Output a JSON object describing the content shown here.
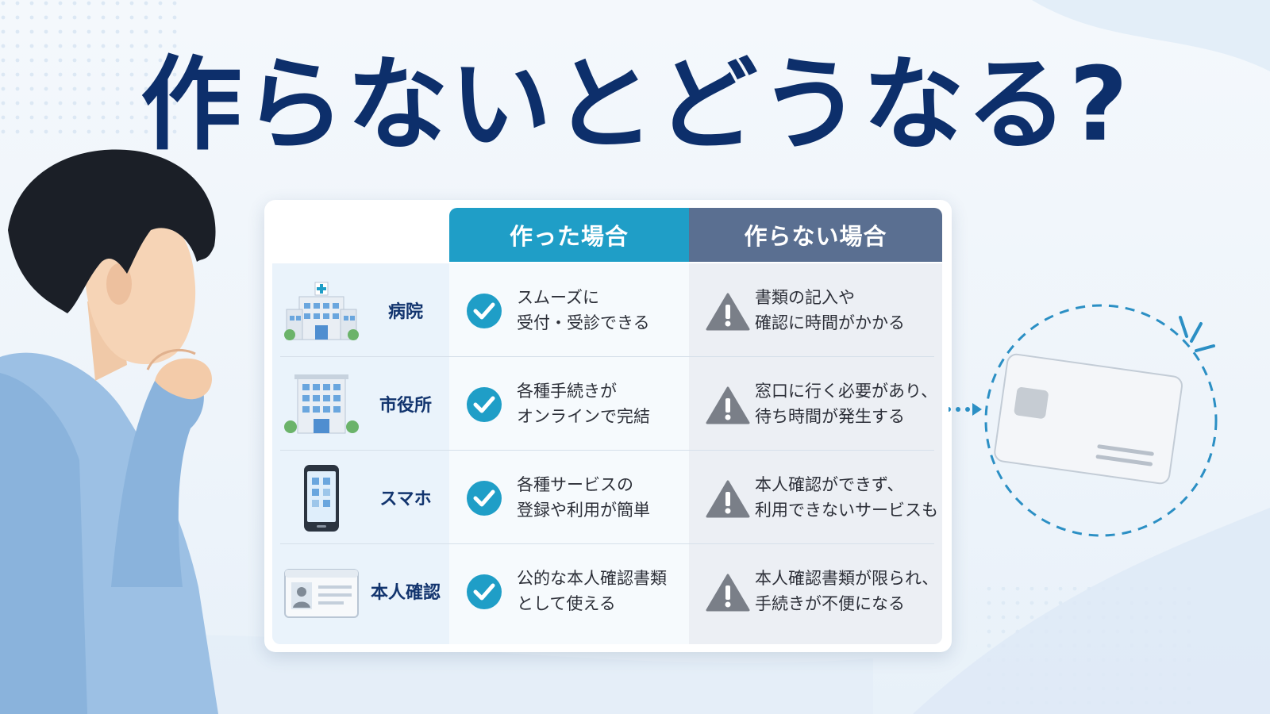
{
  "title": "作らないとどうなる?",
  "columns": {
    "with": "作った場合",
    "without": "作らない場合"
  },
  "rows": [
    {
      "category": "病院",
      "icon": "hospital-icon",
      "with": [
        "スムーズに",
        "受付・受診できる"
      ],
      "without": [
        "書類の記入や",
        "確認に時間がかかる"
      ]
    },
    {
      "category": "市役所",
      "icon": "city-hall-icon",
      "with": [
        "各種手続きが",
        "オンラインで完結"
      ],
      "without": [
        "窓口に行く必要があり、",
        "待ち時間が発生する"
      ]
    },
    {
      "category": "スマホ",
      "icon": "smartphone-icon",
      "with": [
        "各種サービスの",
        "登録や利用が簡単"
      ],
      "without": [
        "本人確認ができず、",
        "利用できないサービスも"
      ]
    },
    {
      "category": "本人確認",
      "icon": "id-card-icon",
      "with": [
        "公的な本人確認書類",
        "として使える"
      ],
      "without": [
        "本人確認書類が限られ、",
        "手続きが不便になる"
      ]
    }
  ],
  "colors": {
    "title": "#0d2f6b",
    "with_header": "#1f9ec7",
    "without_header": "#5a6f91",
    "check": "#1f9ec7",
    "warn": "#7a7f88"
  }
}
